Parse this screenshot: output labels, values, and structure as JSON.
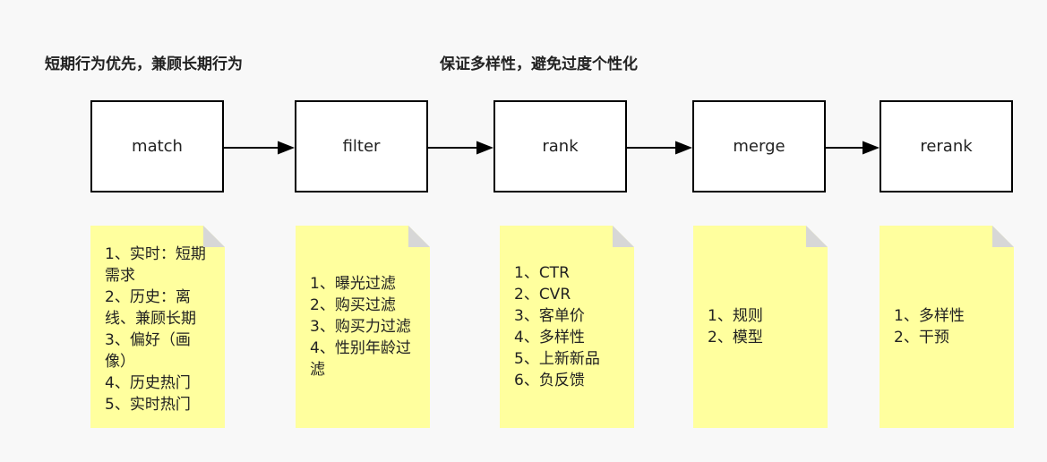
{
  "headings": {
    "left": "短期行为优先，兼顾长期行为",
    "right": "保证多样性，避免过度个性化"
  },
  "stages": [
    {
      "label": "match"
    },
    {
      "label": "filter"
    },
    {
      "label": "rank"
    },
    {
      "label": "merge"
    },
    {
      "label": "rerank"
    }
  ],
  "notes": [
    {
      "items": [
        "1、实时：短期需求",
        "2、历史：离线、兼顾长期",
        "3、偏好（画像）",
        "4、历史热门",
        "5、实时热门"
      ]
    },
    {
      "items": [
        "1、曝光过滤",
        "2、购买过滤",
        "3、购买力过滤",
        "4、性别年龄过滤"
      ]
    },
    {
      "items": [
        "1、CTR",
        "2、CVR",
        "3、客单价",
        "4、多样性",
        "5、上新新品",
        "6、负反馈"
      ]
    },
    {
      "items": [
        "1、规则",
        "2、模型"
      ]
    },
    {
      "items": [
        "1、多样性",
        "2、干预"
      ]
    }
  ],
  "colors": {
    "note_fill": "#ffff9e",
    "note_fold": "#d7d7d7",
    "box_border": "#000000",
    "background": "#f8f8f8"
  }
}
